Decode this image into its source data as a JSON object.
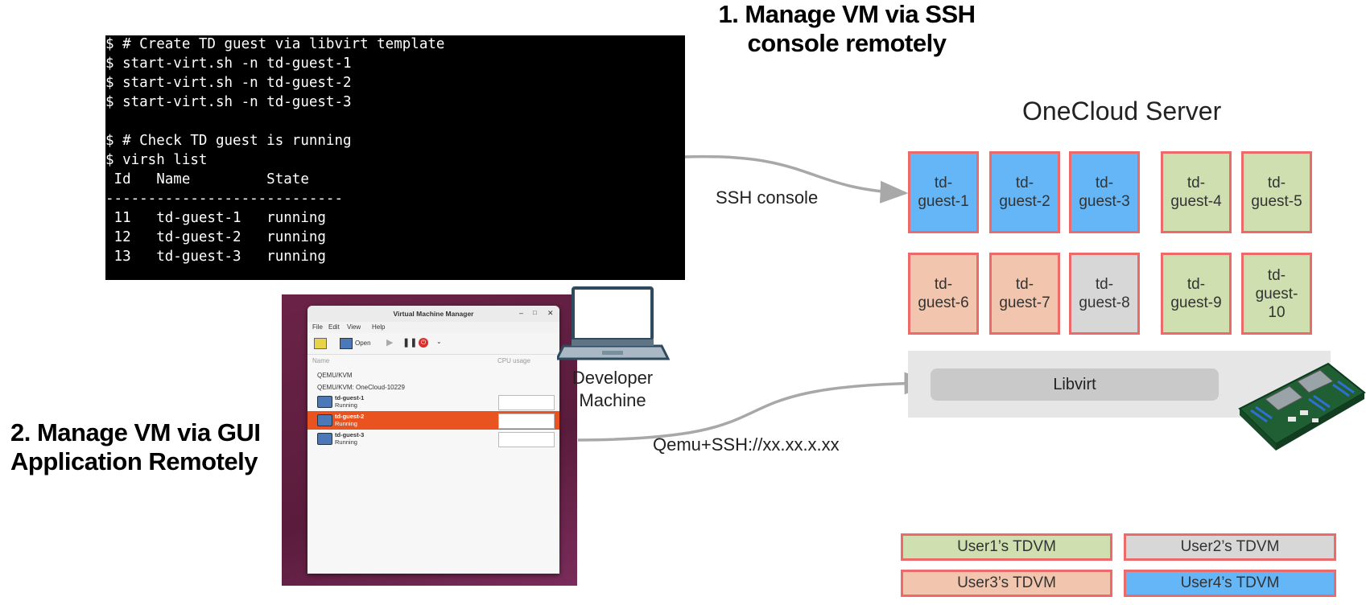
{
  "headings": {
    "ssh_line1": "1. Manage VM via SSH",
    "ssh_line2": "console remotely",
    "gui_line1": "2. Manage VM via GUI",
    "gui_line2": "Application Remotely"
  },
  "terminal": {
    "lines": [
      "$ # Create TD guest via libvirt template",
      "$ start-virt.sh -n td-guest-1",
      "$ start-virt.sh -n td-guest-2",
      "$ start-virt.sh -n td-guest-3",
      "",
      "$ # Check TD guest is running",
      "$ virsh list",
      " Id   Name         State",
      "----------------------------",
      " 11   td-guest-1   running",
      " 12   td-guest-2   running",
      " 13   td-guest-3   running"
    ]
  },
  "server": {
    "title": "OneCloud Server",
    "vms": [
      {
        "line1": "td-",
        "line2": "guest-1",
        "owner": "User4",
        "color": "#64b6f7"
      },
      {
        "line1": "td-",
        "line2": "guest-2",
        "owner": "User4",
        "color": "#64b6f7"
      },
      {
        "line1": "td-",
        "line2": "guest-3",
        "owner": "User4",
        "color": "#64b6f7"
      },
      {
        "line1": "td-",
        "line2": "guest-4",
        "owner": "User1",
        "color": "#cfdfb0"
      },
      {
        "line1": "td-",
        "line2": "guest-5",
        "owner": "User1",
        "color": "#cfdfb0"
      },
      {
        "line1": "td-",
        "line2": "guest-6",
        "owner": "User3",
        "color": "#f2c6ae"
      },
      {
        "line1": "td-",
        "line2": "guest-7",
        "owner": "User3",
        "color": "#f2c6ae"
      },
      {
        "line1": "td-",
        "line2": "guest-8",
        "owner": "User2",
        "color": "#d7d7d7"
      },
      {
        "line1": "td-",
        "line2": "guest-9",
        "owner": "User1",
        "color": "#cfdfb0"
      },
      {
        "line1": "td-",
        "line2": "guest-",
        "line3": "10",
        "owner": "User1",
        "color": "#cfdfb0"
      }
    ],
    "libvirt": "Libvirt"
  },
  "connections": {
    "ssh": "SSH console",
    "qemu": "Qemu+SSH://xx.xx.x.xx"
  },
  "developer": {
    "line1": "Developer",
    "line2": "Machine"
  },
  "legend": [
    {
      "label": "User1’s TDVM",
      "color": "#cfdfb0"
    },
    {
      "label": "User2’s TDVM",
      "color": "#d7d7d7"
    },
    {
      "label": "User3’s TDVM",
      "color": "#f2c6ae"
    },
    {
      "label": "User4’s TDVM",
      "color": "#64b6f7"
    }
  ],
  "vmm_window": {
    "title": "Virtual Machine Manager",
    "menu": [
      "File",
      "Edit",
      "View",
      "Help"
    ],
    "toolbar_open": "Open",
    "col_name": "Name",
    "col_cpu": "CPU usage",
    "conn1": "QEMU/KVM",
    "conn2": "QEMU/KVM: OneCloud-10229",
    "guests": [
      {
        "name": "td-guest-1",
        "state": "Running"
      },
      {
        "name": "td-guest-2",
        "state": "Running"
      },
      {
        "name": "td-guest-3",
        "state": "Running"
      }
    ]
  }
}
